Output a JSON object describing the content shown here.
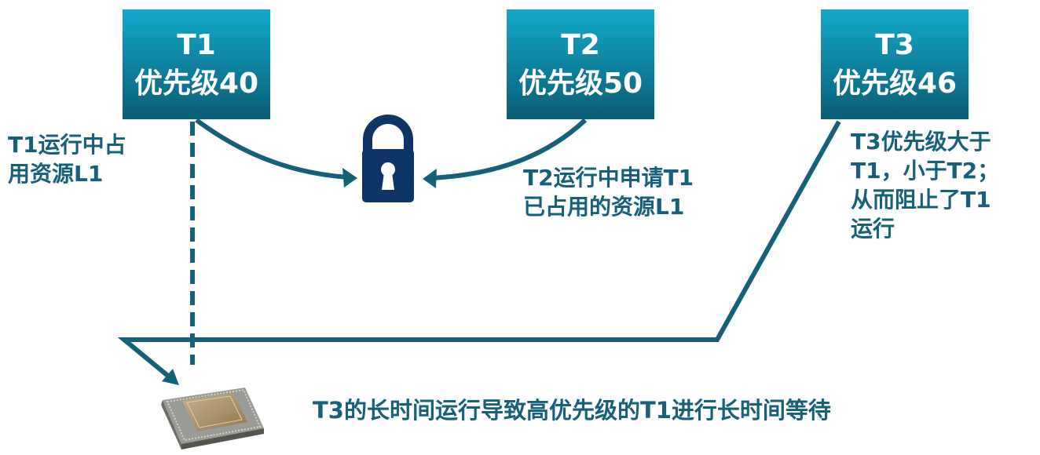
{
  "tasks": [
    {
      "name": "T1",
      "priority_label": "优先级40"
    },
    {
      "name": "T2",
      "priority_label": "优先级50"
    },
    {
      "name": "T3",
      "priority_label": "优先级46"
    }
  ],
  "notes": {
    "t1": "T1运行中占\n用资源L1",
    "t2": "T2运行中申请T1\n已占用的资源L1",
    "t3": "T3优先级大于\nT1，小于T2；\n从而阻止了T1\n运行"
  },
  "caption": "T3的长时间运行导致高优先级的T1进行长时间等待",
  "colors": {
    "box_top": "#12a9c9",
    "box_bottom": "#0a5d74",
    "line": "#16607a",
    "lock": "#0d3566",
    "text": "#16607a"
  },
  "icons": [
    "lock-icon",
    "cpu-chip-icon"
  ]
}
